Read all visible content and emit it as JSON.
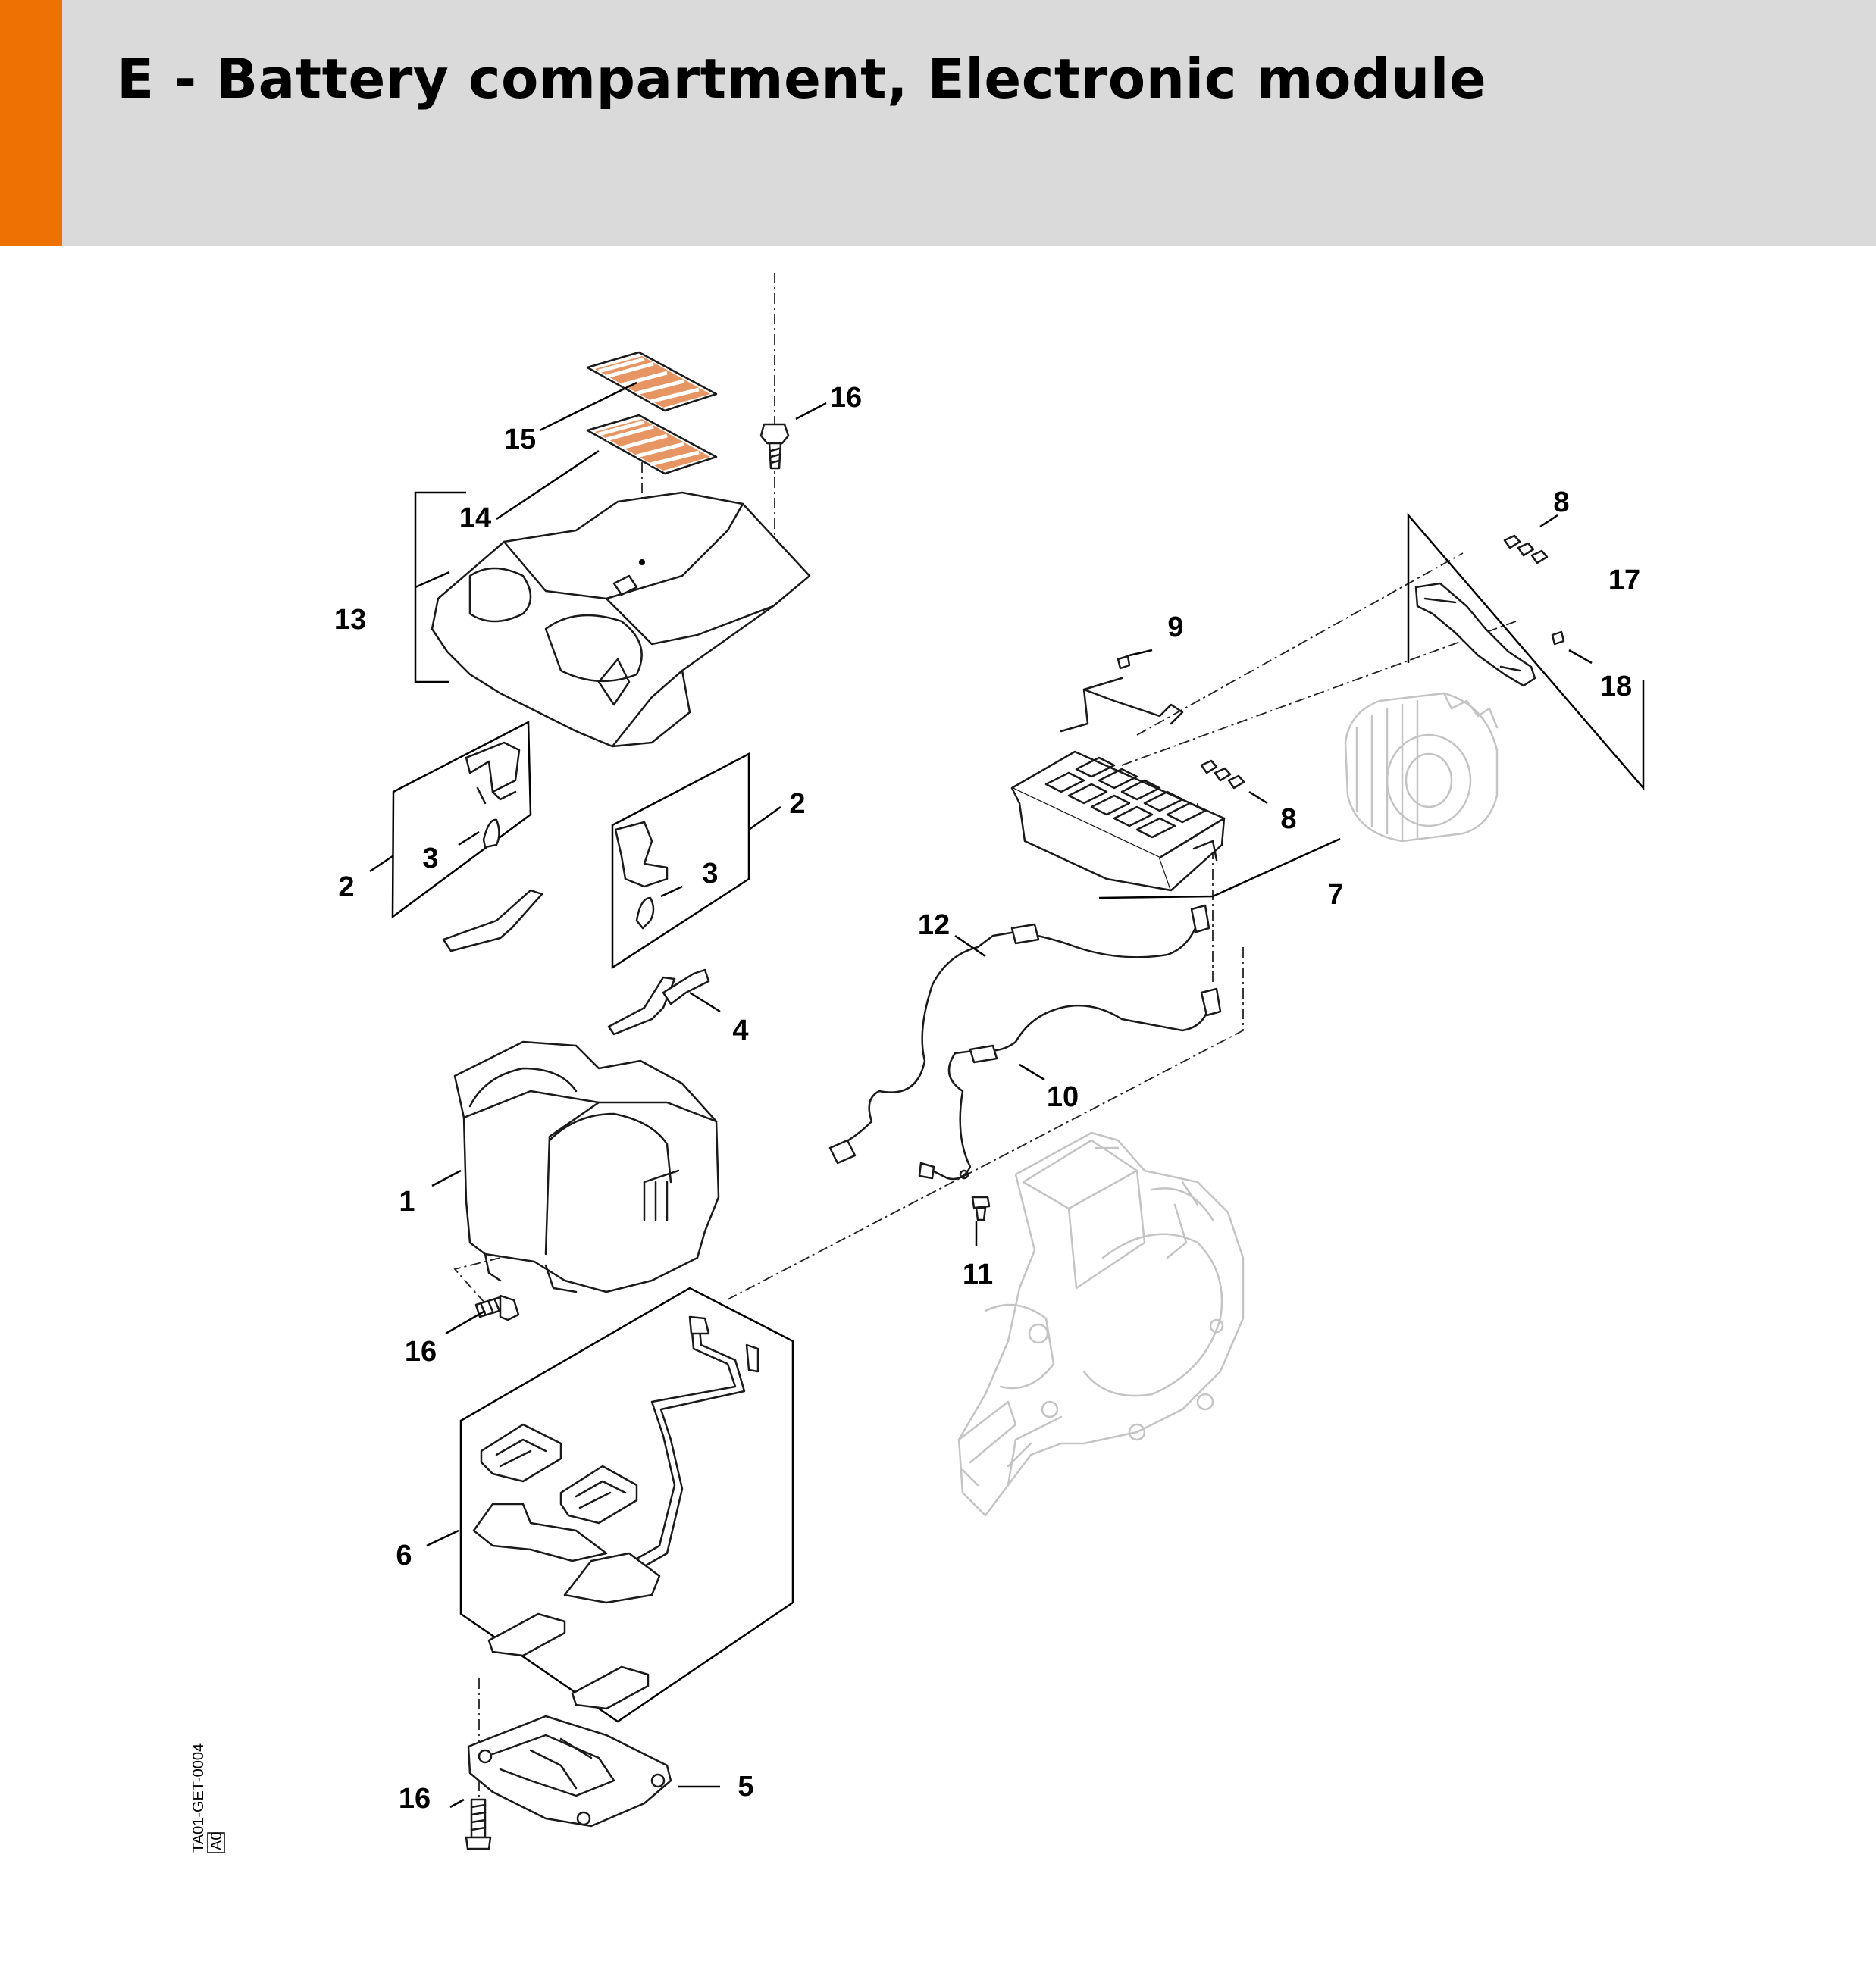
{
  "header": {
    "title": "E - Battery compartment, Electronic module",
    "accent_color": "#ee7203",
    "background_color": "#d9dad9"
  },
  "callouts": {
    "c1": "1",
    "c2a": "2",
    "c2b": "2",
    "c3a": "3",
    "c3b": "3",
    "c4": "4",
    "c5": "5",
    "c6": "6",
    "c7": "7",
    "c8a": "8",
    "c8b": "8",
    "c9": "9",
    "c10": "10",
    "c11": "11",
    "c12": "12",
    "c13": "13",
    "c14": "14",
    "c15": "15",
    "c16a": "16",
    "c16b": "16",
    "c16c": "16",
    "c17": "17",
    "c18": "18"
  },
  "reference": {
    "code": "TA01-GET-0004",
    "revision": "A0"
  }
}
